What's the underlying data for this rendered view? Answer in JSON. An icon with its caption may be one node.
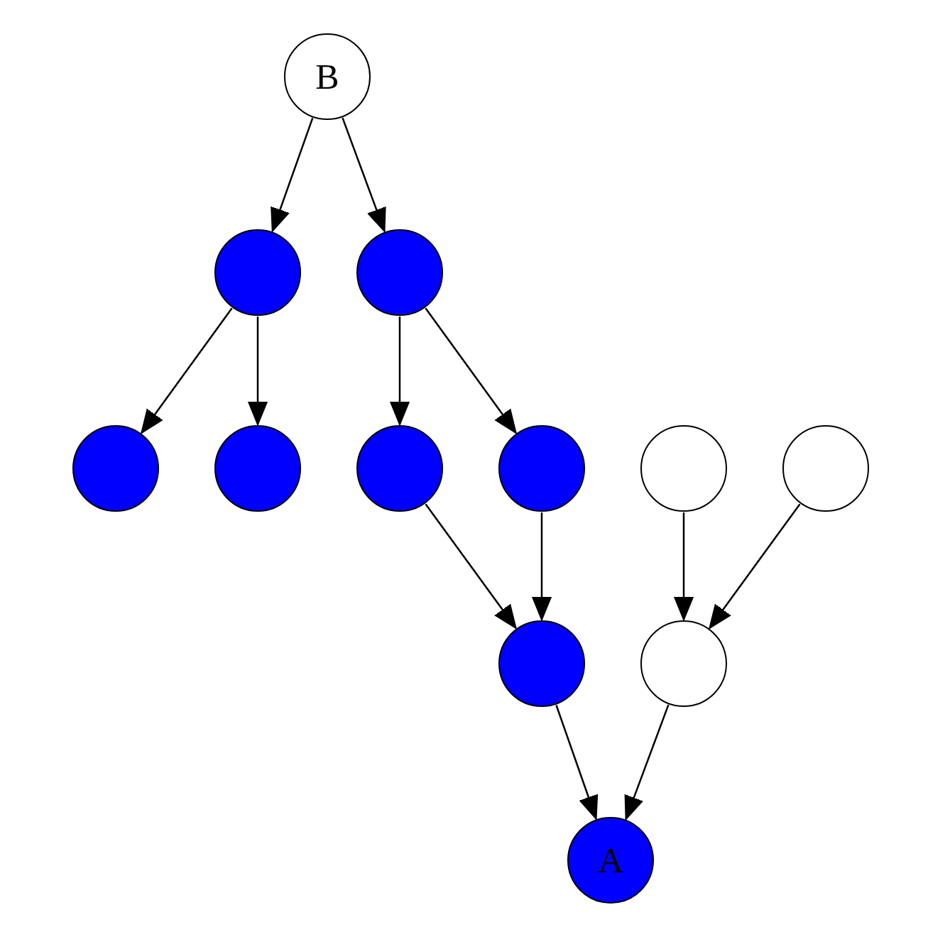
{
  "diagram": {
    "nodes": [
      {
        "text": [
          "B"
        ]
      },
      {
        "text": [],
        "shape": "circle"
      },
      {
        "text": [],
        "shape": "circle"
      },
      {
        "text": [],
        "shape": "circle"
      },
      {
        "text": [],
        "shape": "circle"
      },
      {
        "text": [],
        "shape": "circle"
      },
      {
        "text": [],
        "shape": "circle"
      },
      {
        "text": [],
        "shape": "circle"
      },
      {
        "text": [],
        "shape": "circle"
      },
      {
        "text": [],
        "shape": "circle"
      },
      {
        "text": [],
        "shape": "circle"
      },
      {
        "text": [
          "A"
        ]
      }
    ],
    "edges": [
      {
        "from": 0,
        "to": 1,
        "arrow": "to"
      },
      {
        "from": 0,
        "to": 2,
        "arrow": "to"
      },
      {
        "from": 1,
        "to": 3,
        "arrow": "to"
      },
      {
        "from": 1,
        "to": 4,
        "arrow": "to"
      },
      {
        "from": 2,
        "to": 5,
        "arrow": "to"
      },
      {
        "from": 2,
        "to": 6,
        "arrow": "to"
      },
      {
        "from": 5,
        "to": 9,
        "arrow": "to"
      },
      {
        "from": 6,
        "to": 9,
        "arrow": "to"
      },
      {
        "from": 7,
        "to": 10,
        "arrow": "to"
      },
      {
        "from": 8,
        "to": 10,
        "arrow": "to"
      },
      {
        "from": 9,
        "to": 11,
        "arrow": "to"
      },
      {
        "from": 10,
        "to": 11,
        "arrow": "to"
      }
    ]
  }
}
